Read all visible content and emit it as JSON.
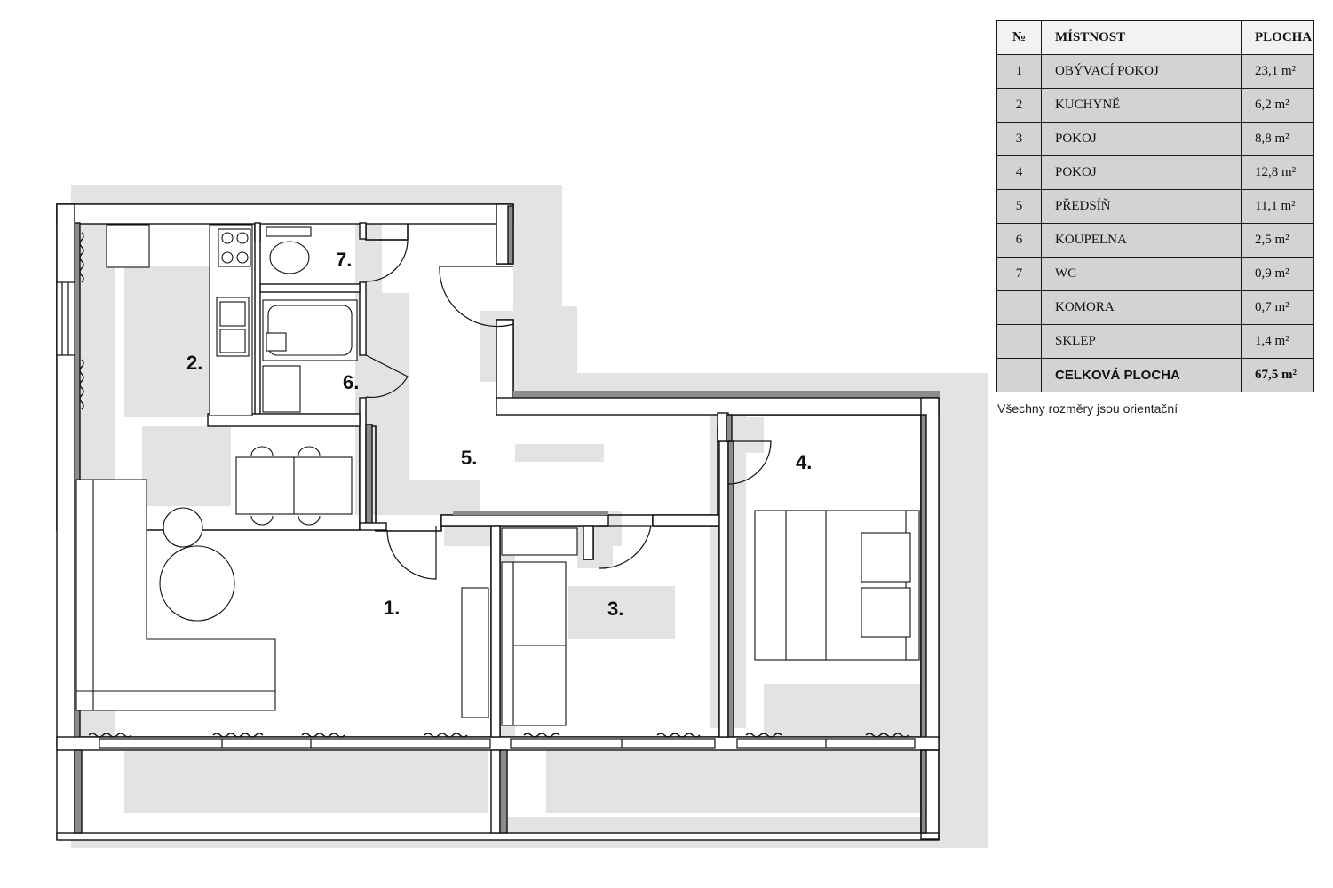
{
  "table": {
    "headers": {
      "num": "№",
      "room": "MÍSTNOST",
      "area": "PLOCHA"
    },
    "rows": [
      {
        "num": "1",
        "room": "OBÝVACÍ POKOJ",
        "area": "23,1 m²"
      },
      {
        "num": "2",
        "room": "KUCHYNĚ",
        "area": "6,2 m²"
      },
      {
        "num": "3",
        "room": "POKOJ",
        "area": "8,8 m²"
      },
      {
        "num": "4",
        "room": "POKOJ",
        "area": "12,8 m²"
      },
      {
        "num": "5",
        "room": "PŘEDSÍŇ",
        "area": "11,1 m²"
      },
      {
        "num": "6",
        "room": "KOUPELNA",
        "area": "2,5 m²"
      },
      {
        "num": "7",
        "room": "WC",
        "area": "0,9 m²"
      },
      {
        "num": "",
        "room": "KOMORA",
        "area": "0,7 m²"
      },
      {
        "num": "",
        "room": "SKLEP",
        "area": "1,4 m²"
      }
    ],
    "total": {
      "room": "CELKOVÁ PLOCHA",
      "area": "67,5 m²"
    }
  },
  "note": "Všechny rozměry jsou orientační",
  "plan": {
    "labels": {
      "r1": "1.",
      "r2": "2.",
      "r3": "3.",
      "r4": "4.",
      "r5": "5.",
      "r6": "6.",
      "r7": "7."
    }
  },
  "colors": {
    "wall": "#111111",
    "shadow": "#e2e2e2",
    "table_body": "#d3d3d3",
    "table_head": "#f2f2f2"
  }
}
